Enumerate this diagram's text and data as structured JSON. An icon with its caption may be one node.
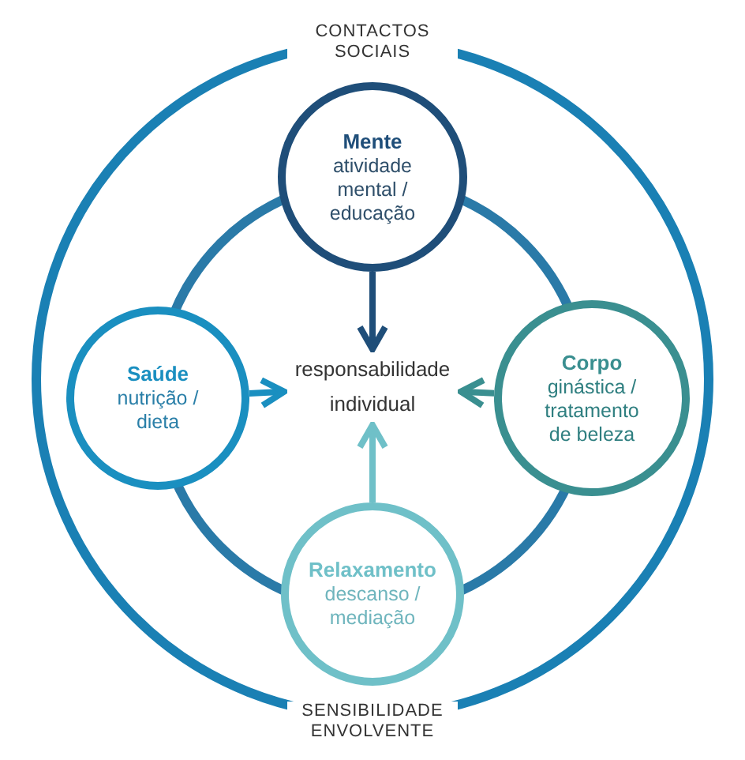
{
  "diagram": {
    "nodes": [
      {
        "text": [
          "Mente",
          "atividade mental / educação"
        ]
      },
      {
        "text": [
          "Saúde",
          "nutrição / dieta"
        ]
      },
      {
        "text": [
          "responsabilidade individual"
        ]
      },
      {
        "text": [
          "Corpo",
          "ginástica / tratamento de beleza"
        ]
      },
      {
        "text": [
          "Relaxamento",
          "descanso / mediação"
        ]
      }
    ],
    "edges": [
      {
        "from": 0,
        "to": 2,
        "arrow": "to",
        "color": "#1f4e79"
      },
      {
        "from": 1,
        "to": 2,
        "arrow": "to",
        "color": "#1a8fc0"
      },
      {
        "from": 3,
        "to": 2,
        "arrow": "to",
        "color": "#3a8f90"
      },
      {
        "from": 4,
        "to": 2,
        "arrow": "to",
        "color": "#6fc0c8"
      }
    ],
    "labels": [
      "CONTACTOS SOCIAIS",
      "SENSIBILIDADE ENVOLVENTE"
    ]
  }
}
